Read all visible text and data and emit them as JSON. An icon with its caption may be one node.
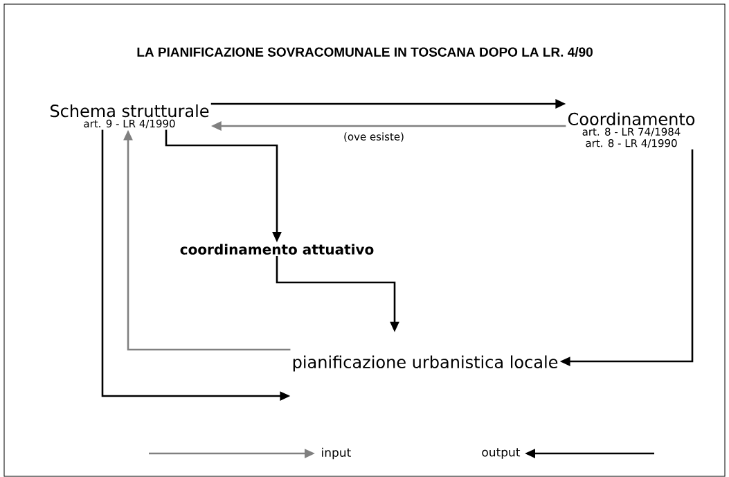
{
  "diagram": {
    "title": "LA PIANIFICAZIONE SOVRACOMUNALE IN TOSCANA DOPO LA LR. 4/90",
    "nodes": [
      {
        "text": [
          "Schema strutturale",
          "art. 9 - LR 4/1990"
        ]
      },
      {
        "text": [
          "Coordinamento",
          "art. 8 - LR 74/1984",
          "art. 8 - LR 4/1990"
        ]
      },
      {
        "text": [
          "coordinamento attuativo"
        ]
      },
      {
        "text": [
          "pianificazione urbanistica locale"
        ]
      }
    ],
    "edges": [
      {
        "from": 0,
        "to": 1,
        "arrow": "to"
      },
      {
        "from": 1,
        "to": 0,
        "arrow": "to",
        "label": "(ove esiste)",
        "color": "#808080"
      },
      {
        "from": 0,
        "to": 2,
        "arrow": "to"
      },
      {
        "from": 2,
        "to": 3,
        "arrow": "to"
      },
      {
        "from": 1,
        "to": 3,
        "arrow": "to"
      },
      {
        "from": 0,
        "to": 3,
        "arrow": "to"
      },
      {
        "from": 3,
        "to": 0,
        "arrow": "to",
        "color": "#808080"
      }
    ],
    "legend": [
      {
        "text": "input"
      },
      {
        "text": "output"
      }
    ]
  }
}
